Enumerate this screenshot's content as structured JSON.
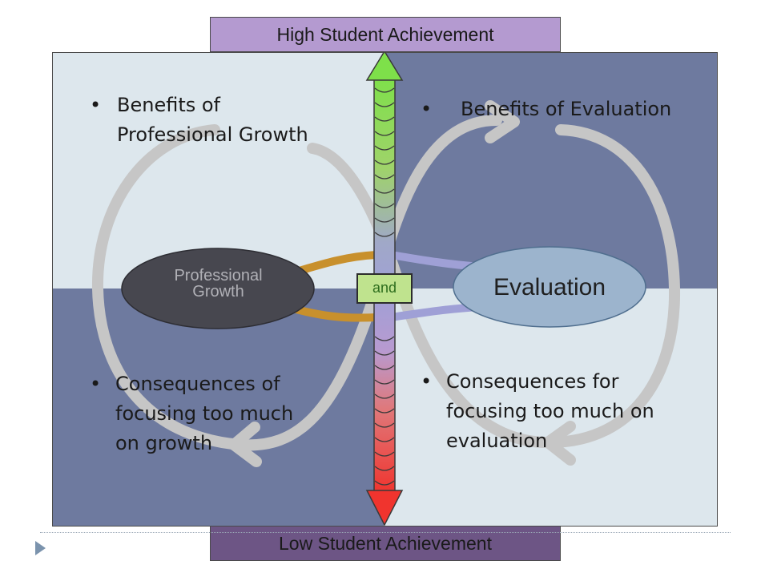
{
  "labels": {
    "top_bar": "High Student Achievement",
    "bottom_bar": "Low Student Achievement",
    "and_box": "and",
    "node_left_line1": "Professional",
    "node_left_line2": "Growth",
    "node_right": "Evaluation"
  },
  "quadrants": {
    "top_left": {
      "bullet": "•",
      "line1": " Benefits of",
      "line2": "Professional Growth"
    },
    "top_right": {
      "bullet": "•",
      "line1": " Benefits of Evaluation"
    },
    "bottom_left": {
      "bullet": "•",
      "line1": "Consequences of",
      "line2": "focusing too much",
      "line3": "on growth"
    },
    "bottom_right": {
      "bullet": "•",
      "line1": " Consequences for",
      "line2": "focusing too much on",
      "line3": "evaluation"
    }
  },
  "colors": {
    "quad_light": "#dde7ed",
    "quad_dark": "#6e7a9f",
    "top_bar": "#b49ad0",
    "bottom_bar": "#6d5585",
    "node_left": "#47474f",
    "node_right": "#9cb4cd",
    "and_box": "#bfe38e",
    "loop_gray": "#c6c6c6",
    "rope_gold": "#c8902c",
    "rope_lavender": "#9fa0d6",
    "slide_arrow": "#7b93ad"
  },
  "icons": {
    "vertical_axis": "up-down-gradient-arrow-icon",
    "loop_arrows": "curved-arrow-icon",
    "slide_nav": "triangle-right-icon"
  }
}
